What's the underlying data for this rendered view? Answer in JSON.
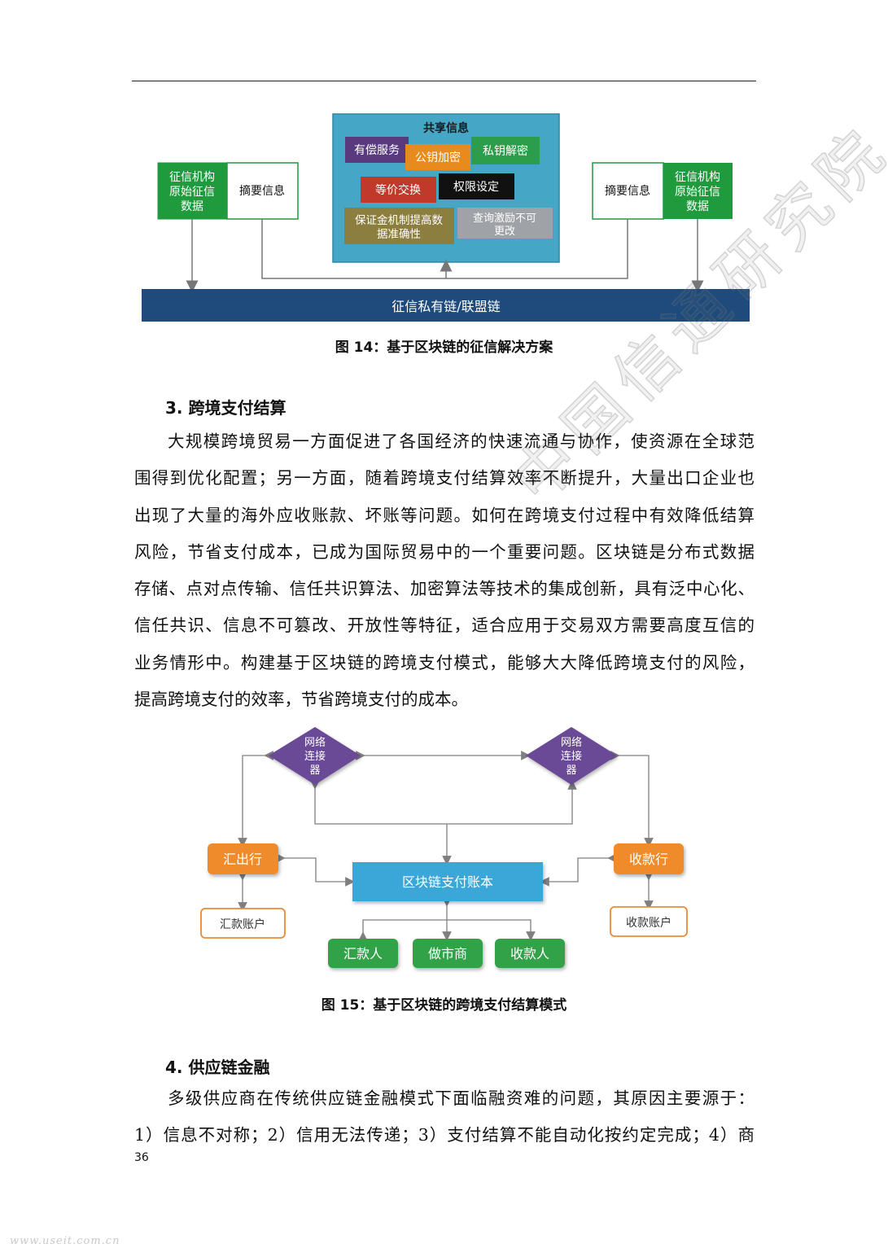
{
  "fig14": {
    "shared_title": "共享信息",
    "boxes": {
      "paid_service": "有偿服务",
      "public_key": "公钥加密",
      "private_key": "私钥解密",
      "equal_exchange": "等价交换",
      "permission": "权限设定",
      "deposit_line1": "保证金机制提高数",
      "deposit_line2": "据准确性",
      "query_line1": "查询激励不可",
      "query_line2": "更改"
    },
    "left_org": [
      "征信机构",
      "原始征信",
      "数据"
    ],
    "left_summary": "摘要信息",
    "right_summary": "摘要信息",
    "right_org": [
      "征信机构",
      "原始征信",
      "数据"
    ],
    "chain_bar": "征信私有链/联盟链",
    "colors": {
      "shared_bg": "#45a6c6",
      "green": "#1f9a3d",
      "purple": "#5a3a7e",
      "orange": "#e98a1c",
      "green2": "#2c9d4a",
      "red": "#c0392b",
      "black": "#111111",
      "olive": "#8c7e3e",
      "gray": "#9fa2a6",
      "chain_bar": "#1e4b7c"
    }
  },
  "caption14": "图 14：基于区块链的征信解决方案",
  "section3": {
    "heading": "3.  跨境支付结算",
    "lines": [
      "大规模跨境贸易一方面促进了各国经济的快速流通与协作，使资源在全球范",
      "围得到优化配置；另一方面，随着跨境支付结算效率不断提升，大量出口企业也",
      "出现了大量的海外应收账款、坏账等问题。如何在跨境支付过程中有效降低结算",
      "风险，节省支付成本，已成为国际贸易中的一个重要问题。区块链是分布式数据",
      "存储、点对点传输、信任共识算法、加密算法等技术的集成创新，具有泛中心化、",
      "信任共识、信息不可篡改、开放性等特征，适合应用于交易双方需要高度互信的",
      "业务情形中。构建基于区块链的跨境支付模式，能够大大降低跨境支付的风险，",
      "提高跨境支付的效率，节省跨境支付的成本。"
    ]
  },
  "fig15": {
    "connector_left": [
      "网络",
      "连接",
      "器"
    ],
    "connector_right": [
      "网络",
      "连接",
      "器"
    ],
    "remit_bank": "汇出行",
    "receive_bank": "收款行",
    "ledger": "区块链支付账本",
    "remit_account": "汇款账户",
    "receive_account": "收款账户",
    "payer": "汇款人",
    "market_maker": "做市商",
    "payee": "收款人",
    "colors": {
      "diamond": "#6b4a96",
      "orange": "#ef8b2c",
      "ledger": "#3aa7d9",
      "green": "#33a24a",
      "account_border": "#e8893a",
      "arrow": "#7f7f7f"
    }
  },
  "caption15": "图 15：基于区块链的跨境支付结算模式",
  "section4": {
    "heading": "4.  供应链金融",
    "lines": [
      "多级供应商在传统供应链金融模式下面临融资难的问题，其原因主要源于：",
      "1）信息不对称；2）信用无法传递；3）支付结算不能自动化按约定完成；4）商"
    ]
  },
  "page_number": "36",
  "watermark_bottom": "www.useit.com.cn",
  "watermark_diag": "中国信通研究院"
}
